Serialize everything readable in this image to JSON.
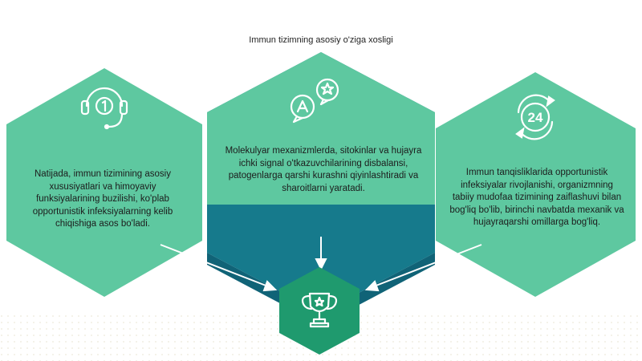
{
  "title": "Immun tizimning asosiy o'ziga xosligi",
  "colors": {
    "mint": "#5ec8a0",
    "mint_light": "#73d1ad",
    "teal": "#167a8c",
    "teal_dark": "#106377",
    "green_dark": "#1f9a6e",
    "icon_stroke": "#ffffff",
    "dots": "#e7e2cf"
  },
  "blocks": [
    {
      "id": "left",
      "icon": "headset-icon",
      "text": "Natijada, immun tizimining asosiy xususiyatlari va himoyaviy funksiyalarining buzilishi, ko'plab opportunistik infeksiyalarning kelib chiqishiga asos bo'ladi."
    },
    {
      "id": "center",
      "icon": "star-chat-bubbles-icon",
      "text": "Molekulyar mexanizmlerda, sitokinlar va hujayra ichki signal o'tkazuvchilarining disbalansi, patogenlarga qarshi kurashni qiyinlashtiradi va sharoitlarni yaratadi."
    },
    {
      "id": "right",
      "icon": "24-hours-icon",
      "text": "Immun tanqisliklarida opportunistik infeksiyalar rivojlanishi, organizmning tabiiy mudofaa tizimining zaiflashuvi bilan bog'liq bo'lib, birinchi navbatda mexanik va hujayraqarshi omillarga bog'liq."
    }
  ],
  "result_icon": "trophy-icon"
}
